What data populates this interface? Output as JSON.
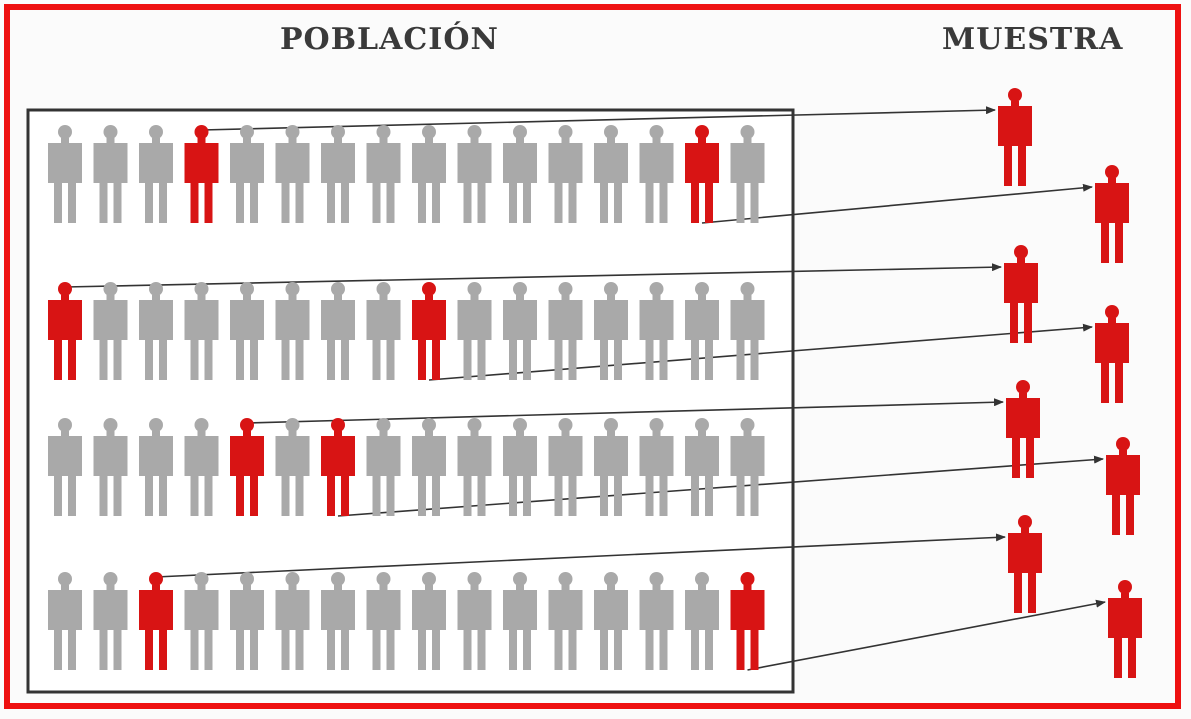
{
  "labels": {
    "population": "POBLACIÓN",
    "sample": "MUESTRA"
  },
  "population": {
    "rows": 4,
    "columns": 16,
    "selected": [
      {
        "row": 1,
        "col": 4
      },
      {
        "row": 1,
        "col": 15
      },
      {
        "row": 2,
        "col": 1
      },
      {
        "row": 2,
        "col": 9
      },
      {
        "row": 3,
        "col": 5
      },
      {
        "row": 3,
        "col": 7
      },
      {
        "row": 4,
        "col": 3
      },
      {
        "row": 4,
        "col": 16
      }
    ]
  },
  "sample": {
    "count": 8
  },
  "colors": {
    "selected": "#d81414",
    "unselected": "#a9a9a9",
    "box_border": "#333333",
    "arrow": "#333333",
    "frame": "#ee1111"
  }
}
